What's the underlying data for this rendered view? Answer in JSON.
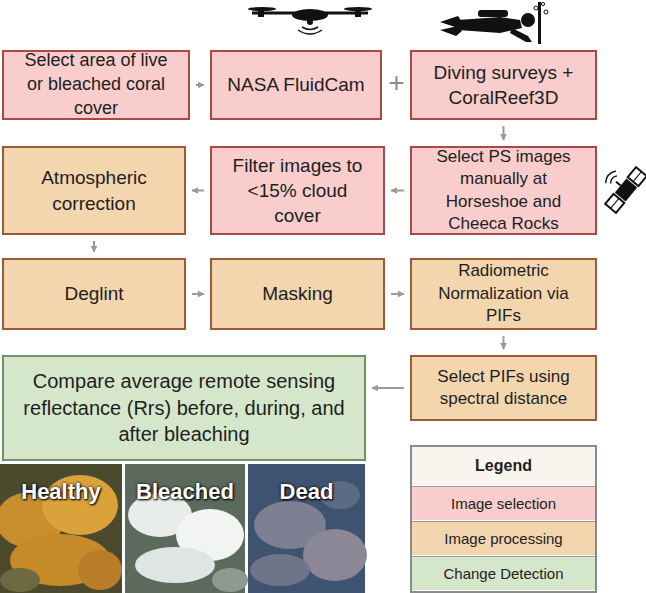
{
  "diagram": {
    "nodes": [
      {
        "text": [
          "Select area of live or bleached coral cover"
        ]
      },
      {
        "text": [
          "NASA FluidCam"
        ]
      },
      {
        "text": [
          "Diving surveys + CoralReef3D"
        ]
      },
      {
        "text": [
          "Atmospheric correction"
        ]
      },
      {
        "text": [
          "Filter images to <15% cloud cover"
        ]
      },
      {
        "text": [
          "Select PS images manually at Horseshoe and Cheeca Rocks"
        ]
      },
      {
        "text": [
          "Deglint"
        ]
      },
      {
        "text": [
          "Masking"
        ]
      },
      {
        "text": [
          "Radiometric Normalization via PIFs"
        ]
      },
      {
        "text": [
          "Compare average remote sensing reflectance (Rrs) before, during, and after bleaching"
        ]
      },
      {
        "text": [
          "Select PIFs using spectral distance"
        ]
      }
    ],
    "edges": [
      {
        "from": 0,
        "to": 1,
        "arrow": "to"
      },
      {
        "from": 2,
        "to": 5,
        "arrow": "to"
      },
      {
        "from": 5,
        "to": 4,
        "arrow": "to"
      },
      {
        "from": 4,
        "to": 3,
        "arrow": "to"
      },
      {
        "from": 3,
        "to": 6,
        "arrow": "to"
      },
      {
        "from": 6,
        "to": 7,
        "arrow": "to"
      },
      {
        "from": 7,
        "to": 8,
        "arrow": "to"
      },
      {
        "from": 8,
        "to": 10,
        "arrow": "to"
      },
      {
        "from": 10,
        "to": 9,
        "arrow": "to"
      }
    ],
    "labels": [
      "+",
      "Legend",
      "Healthy",
      "Bleached",
      "Dead"
    ],
    "legend": [
      {
        "text": "Image selection",
        "color": "#f8cdcb"
      },
      {
        "text": "Image processing",
        "color": "#f3d5ae"
      },
      {
        "text": "Change Detection",
        "color": "#d5e7cb"
      }
    ]
  }
}
